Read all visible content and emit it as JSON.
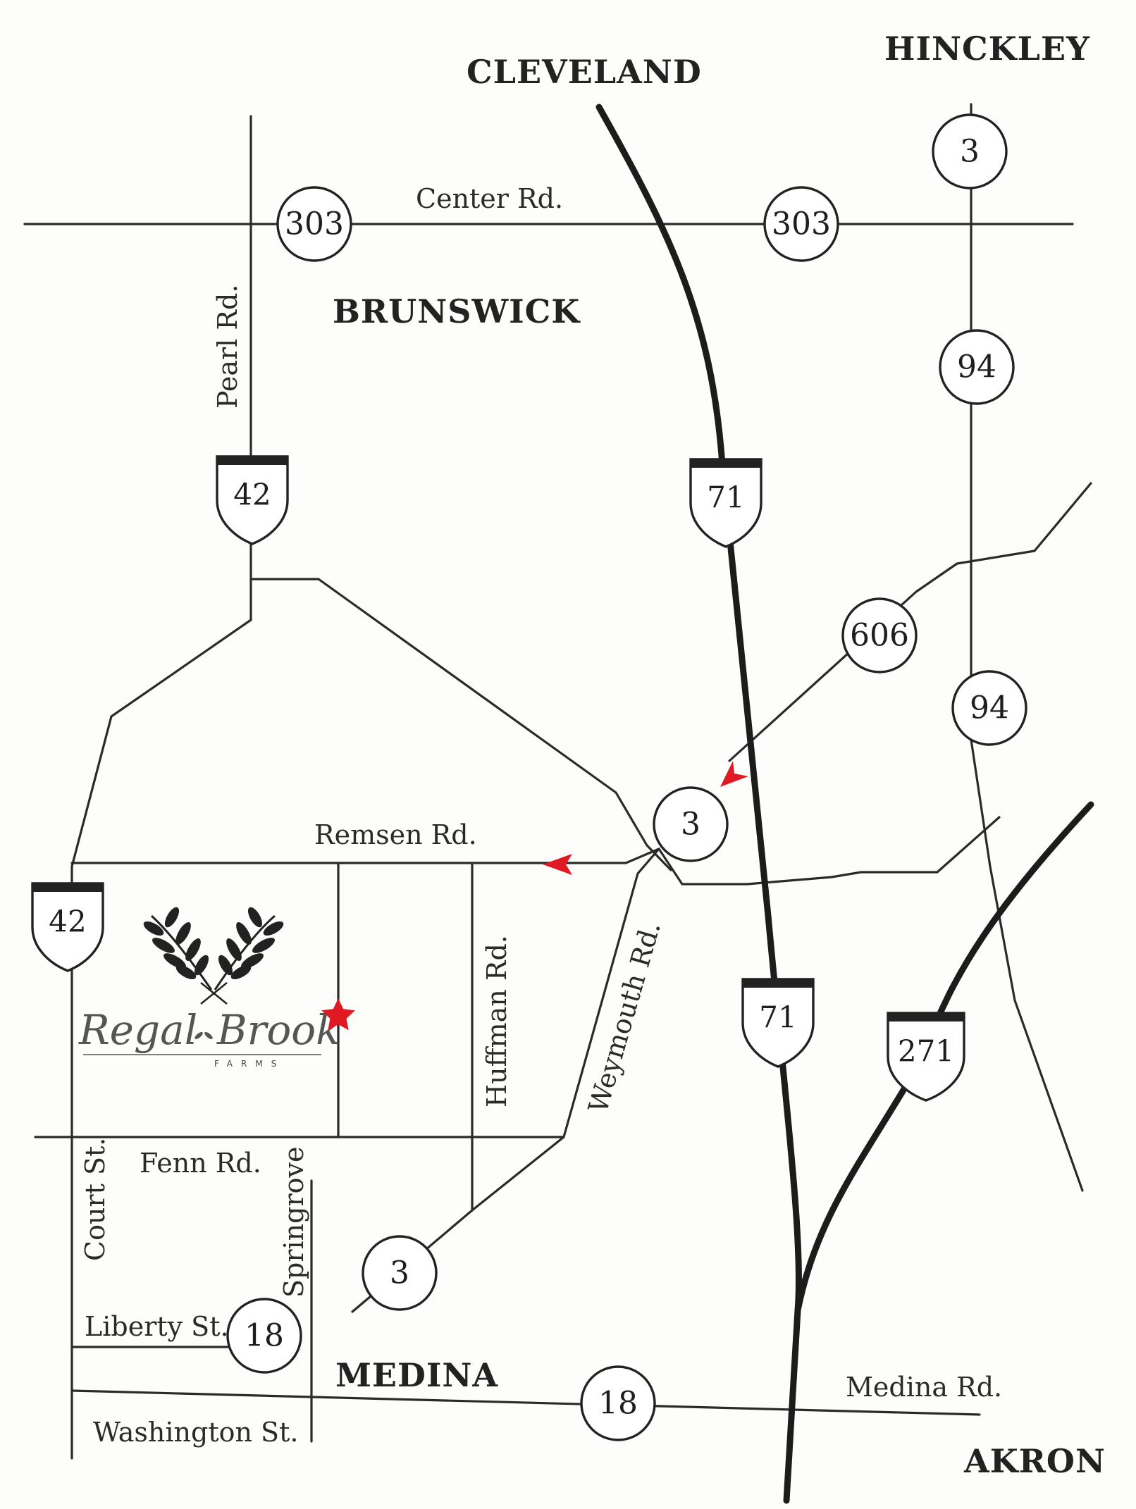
{
  "cities": {
    "cleveland": "CLEVELAND",
    "hinckley": "HINCKLEY",
    "brunswick": "BRUNSWICK",
    "medina": "MEDINA",
    "akron": "AKRON"
  },
  "roads": {
    "center": "Center Rd.",
    "pearl": "Pearl Rd.",
    "remsen": "Remsen Rd.",
    "huffman": "Huffman Rd.",
    "weymouth": "Weymouth Rd.",
    "fenn": "Fenn Rd.",
    "court": "Court St.",
    "springrove": "Springrove",
    "liberty": "Liberty St.",
    "washington": "Washington St.",
    "medina_rd": "Medina Rd."
  },
  "shields": {
    "sr303_west": "303",
    "sr303_east": "303",
    "sr3_north": "3",
    "sr94_north": "94",
    "sr94_south": "94",
    "sr606": "606",
    "sr3_junction": "3",
    "sr3_south": "3",
    "sr18_west": "18",
    "sr18_east": "18"
  },
  "interstates": {
    "us42_north": "42",
    "us42_south": "42",
    "i71_north": "71",
    "i71_south": "71",
    "i271": "271"
  },
  "logo": {
    "name_part1": "Regal",
    "name_part2": "Brook",
    "subtitle": "FARMS"
  },
  "colors": {
    "marker": "#e01a22",
    "ink": "#222222"
  }
}
